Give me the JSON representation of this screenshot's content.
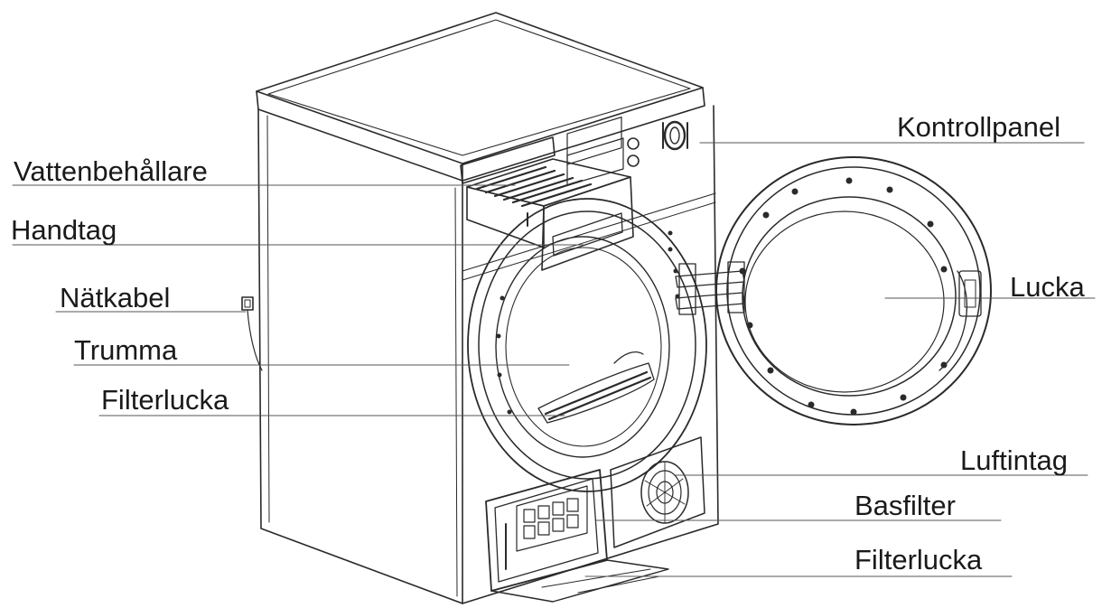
{
  "labels": {
    "kontrollpanel": "Kontrollpanel",
    "vattenbehallare": "Vattenbehållare",
    "handtag": "Handtag",
    "natkabel": "Nätkabel",
    "trumma": "Trumma",
    "filterlucka_upper": "Filterlucka",
    "lucka": "Lucka",
    "luftintag": "Luftintag",
    "basfilter": "Basfilter",
    "filterlucka_lower": "Filterlucka"
  },
  "colors": {
    "line": "#2a2a2a",
    "leader": "#555555",
    "text": "#1a1a1a"
  }
}
